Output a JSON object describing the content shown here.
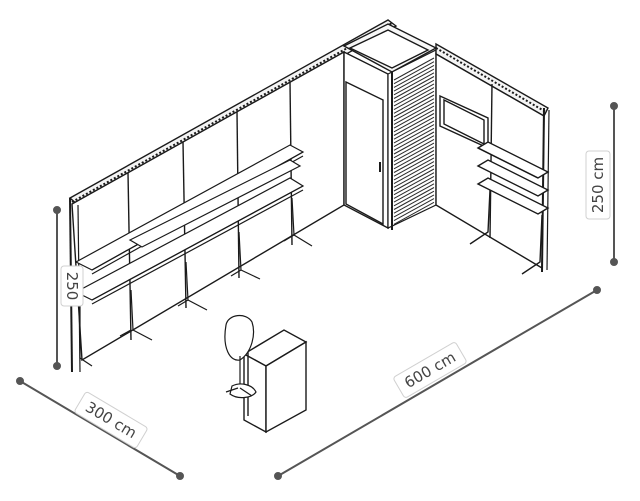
{
  "dimensions": {
    "depth": "300 cm",
    "width": "600 cm",
    "height_right": "250 cm",
    "height_left": "250"
  },
  "colors": {
    "line": "#1a1a1a",
    "dimension_line": "#555555",
    "slat": "#2a2a2a"
  },
  "icons": [
    "chair-icon",
    "counter-desk-icon",
    "door-icon",
    "shelf-icon"
  ]
}
